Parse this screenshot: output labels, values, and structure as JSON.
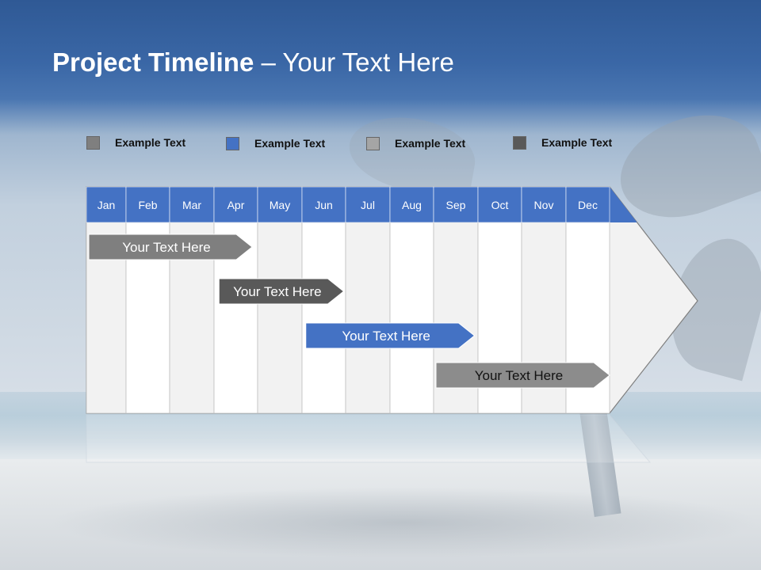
{
  "title": {
    "bold": "Project Timeline",
    "rest": " – Your Text Here"
  },
  "legend": [
    {
      "label": "Example Text",
      "color": "#7f7f7f"
    },
    {
      "label": "Example Text",
      "color": "#4472c4"
    },
    {
      "label": "Example Text",
      "color": "#a5a5a5"
    },
    {
      "label": "Example Text",
      "color": "#595959"
    }
  ],
  "months": [
    "Jan",
    "Feb",
    "Mar",
    "Apr",
    "May",
    "Jun",
    "Jul",
    "Aug",
    "Sep",
    "Oct",
    "Nov",
    "Dec"
  ],
  "bars": [
    {
      "label": "Your  Text Here",
      "start": 0,
      "end": 3.8,
      "color": "#7f7f7f",
      "text_color": "#ffffff"
    },
    {
      "label": "Your  Text Here",
      "start": 3,
      "end": 5.9,
      "color": "#595959",
      "text_color": "#ffffff"
    },
    {
      "label": "Your  Text Here",
      "start": 5,
      "end": 8.9,
      "color": "#4472c4",
      "text_color": "#ffffff"
    },
    {
      "label": "Your  Text Here",
      "start": 8,
      "end": 12,
      "color": "#8c8c8c",
      "text_color": "#111111"
    }
  ],
  "colors": {
    "header": "#4472c4",
    "column_even": "#f2f2f2",
    "column_odd": "#ffffff"
  }
}
